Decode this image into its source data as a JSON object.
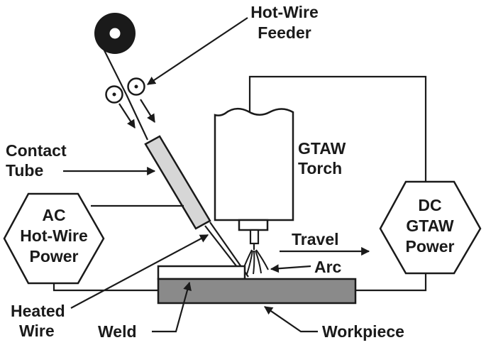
{
  "labels": {
    "hot_wire_feeder": [
      "Hot-Wire",
      "Feeder"
    ],
    "contact_tube": [
      "Contact",
      "Tube"
    ],
    "gtaw_torch": [
      "GTAW",
      "Torch"
    ],
    "ac_power": [
      "AC",
      "Hot-Wire",
      "Power"
    ],
    "dc_power": [
      "DC",
      "GTAW",
      "Power"
    ],
    "travel": "Travel",
    "arc": "Arc",
    "heated_wire": [
      "Heated",
      "Wire"
    ],
    "weld": "Weld",
    "workpiece": "Workpiece"
  },
  "colors": {
    "line": "#1a1a1a",
    "contact_tube_fill": "#d6d6d6",
    "workpiece_fill": "#8a8a8a",
    "background": "#ffffff"
  }
}
